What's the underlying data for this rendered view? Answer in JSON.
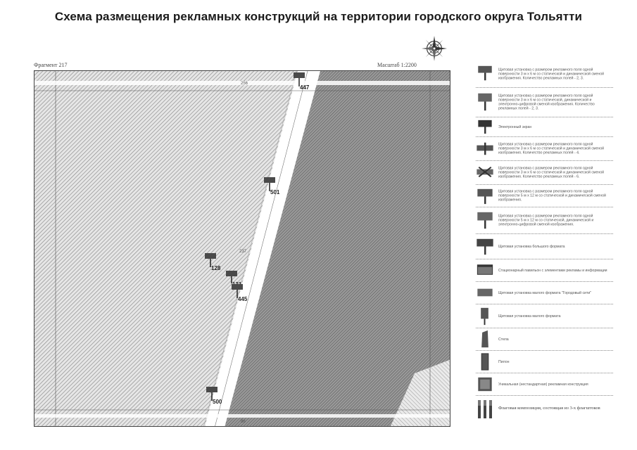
{
  "title": "Схема размещения рекламных конструкций на территории городского округа Тольятти",
  "map": {
    "fragment_label": "Фрагмент 217",
    "scale_label": "Масштаб 1:2200",
    "area_labels": [
      "256",
      "237",
      "86"
    ],
    "markers": [
      {
        "id": "447"
      },
      {
        "id": "501"
      },
      {
        "id": "128"
      },
      {
        "id": "131"
      },
      {
        "id": "445"
      },
      {
        "id": "500"
      }
    ]
  },
  "legend": [
    {
      "icon": "billboard-3x6-static-dynamic",
      "text": "Щитовая установка с размером рекламного поля одной поверхности 3 м х 6 м со статической и динамической сменой изображения. Количество рекламных полей - 2, 3."
    },
    {
      "icon": "billboard-3x6-electronic",
      "text": "Щитовая установка с размером рекламного поля одной поверхности 3 м х 6 м со статической, динамической и электронно-цифровой сменой изображения. Количество рекламных полей - 2, 3."
    },
    {
      "icon": "electronic-screen",
      "text": "Электронный экран"
    },
    {
      "icon": "billboard-4-fields",
      "text": "Щитовая установка с размером рекламного поля одной поверхности 3 м х 6 м со статической и динамической сменой изображения. Количество рекламных полей - 4."
    },
    {
      "icon": "billboard-6-fields",
      "text": "Щитовая установка с размером рекламного поля одной поверхности 3 м х 6 м со статической и динамической сменой изображения. Количество рекламных полей - 6."
    },
    {
      "icon": "billboard-5x12-static-dynamic",
      "text": "Щитовая установка с размером рекламного поля одной поверхности 5 м х 12 м со статической и динамической сменой изображения."
    },
    {
      "icon": "billboard-5x12-electronic",
      "text": "Щитовая установка с размером рекламного поля одной поверхности 5 м х 12 м со статической, динамической и электронно-цифровой сменой изображения."
    },
    {
      "icon": "large-format-billboard",
      "text": "Щитовая установка большого формата"
    },
    {
      "icon": "stationary-pavilion",
      "text": "Стационарный павильон с элементами рекламы и информации"
    },
    {
      "icon": "small-format-city-format",
      "text": "Щитовая установка малого формата \"Городовый сити\""
    },
    {
      "icon": "small-format-billboard",
      "text": "Щитовая установка малого формата"
    },
    {
      "icon": "stela",
      "text": "Стела"
    },
    {
      "icon": "pylon",
      "text": "Пилон"
    },
    {
      "icon": "unique-construction",
      "text": "Уникальная (нестандартная) рекламная конструкция"
    },
    {
      "icon": "flag-composition",
      "text": "Флаговая композиция, состоящая из 3-х флагштоков"
    }
  ],
  "colors": {
    "hatch": "#7f7f7f",
    "dark_hatch": "#555555",
    "marker": "#4a4a4a",
    "frame": "#444444"
  }
}
